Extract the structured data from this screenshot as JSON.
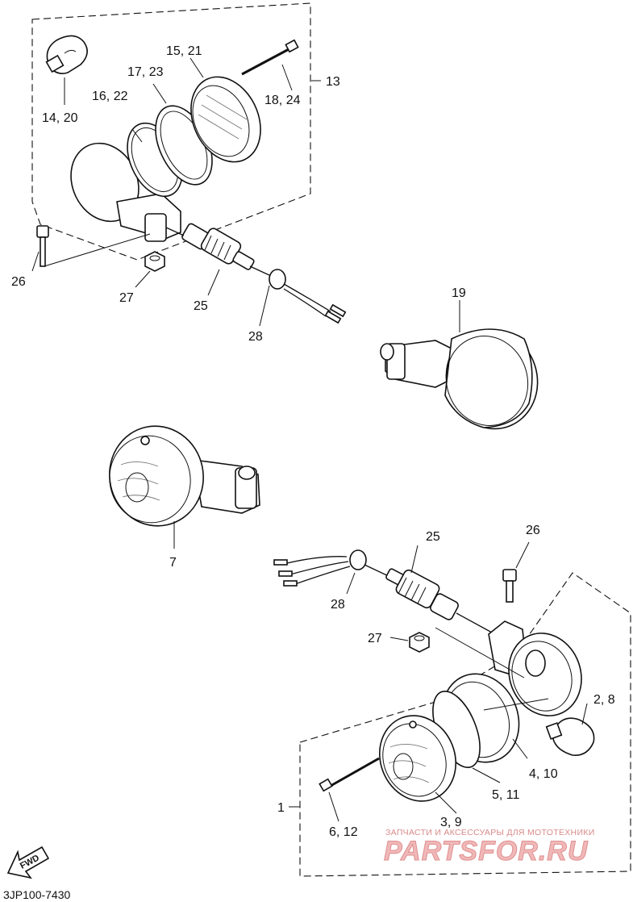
{
  "labels": {
    "l_14_20": "14, 20",
    "l_16_22": "16, 22",
    "l_17_23": "17, 23",
    "l_15_21": "15, 21",
    "l_18_24": "18, 24",
    "l_13": "13",
    "l_26_top": "26",
    "l_27_top": "27",
    "l_25_top": "25",
    "l_28_top": "28",
    "l_19": "19",
    "l_7": "7",
    "l_25_bot": "25",
    "l_26_bot": "26",
    "l_28_bot": "28",
    "l_27_bot": "27",
    "l_2_8": "2, 8",
    "l_4_10": "4, 10",
    "l_5_11": "5, 11",
    "l_3_9": "3, 9",
    "l_1": "1",
    "l_6_12": "6, 12"
  },
  "fwd_label": "FWD",
  "diagram_code": "3JP100-7430",
  "watermark": {
    "tagline": "ЗАПЧАСТИ И АКСЕССУАРЫ ДЛЯ МОТОТЕХНИКИ",
    "brand": "PARTSFOR.RU"
  }
}
